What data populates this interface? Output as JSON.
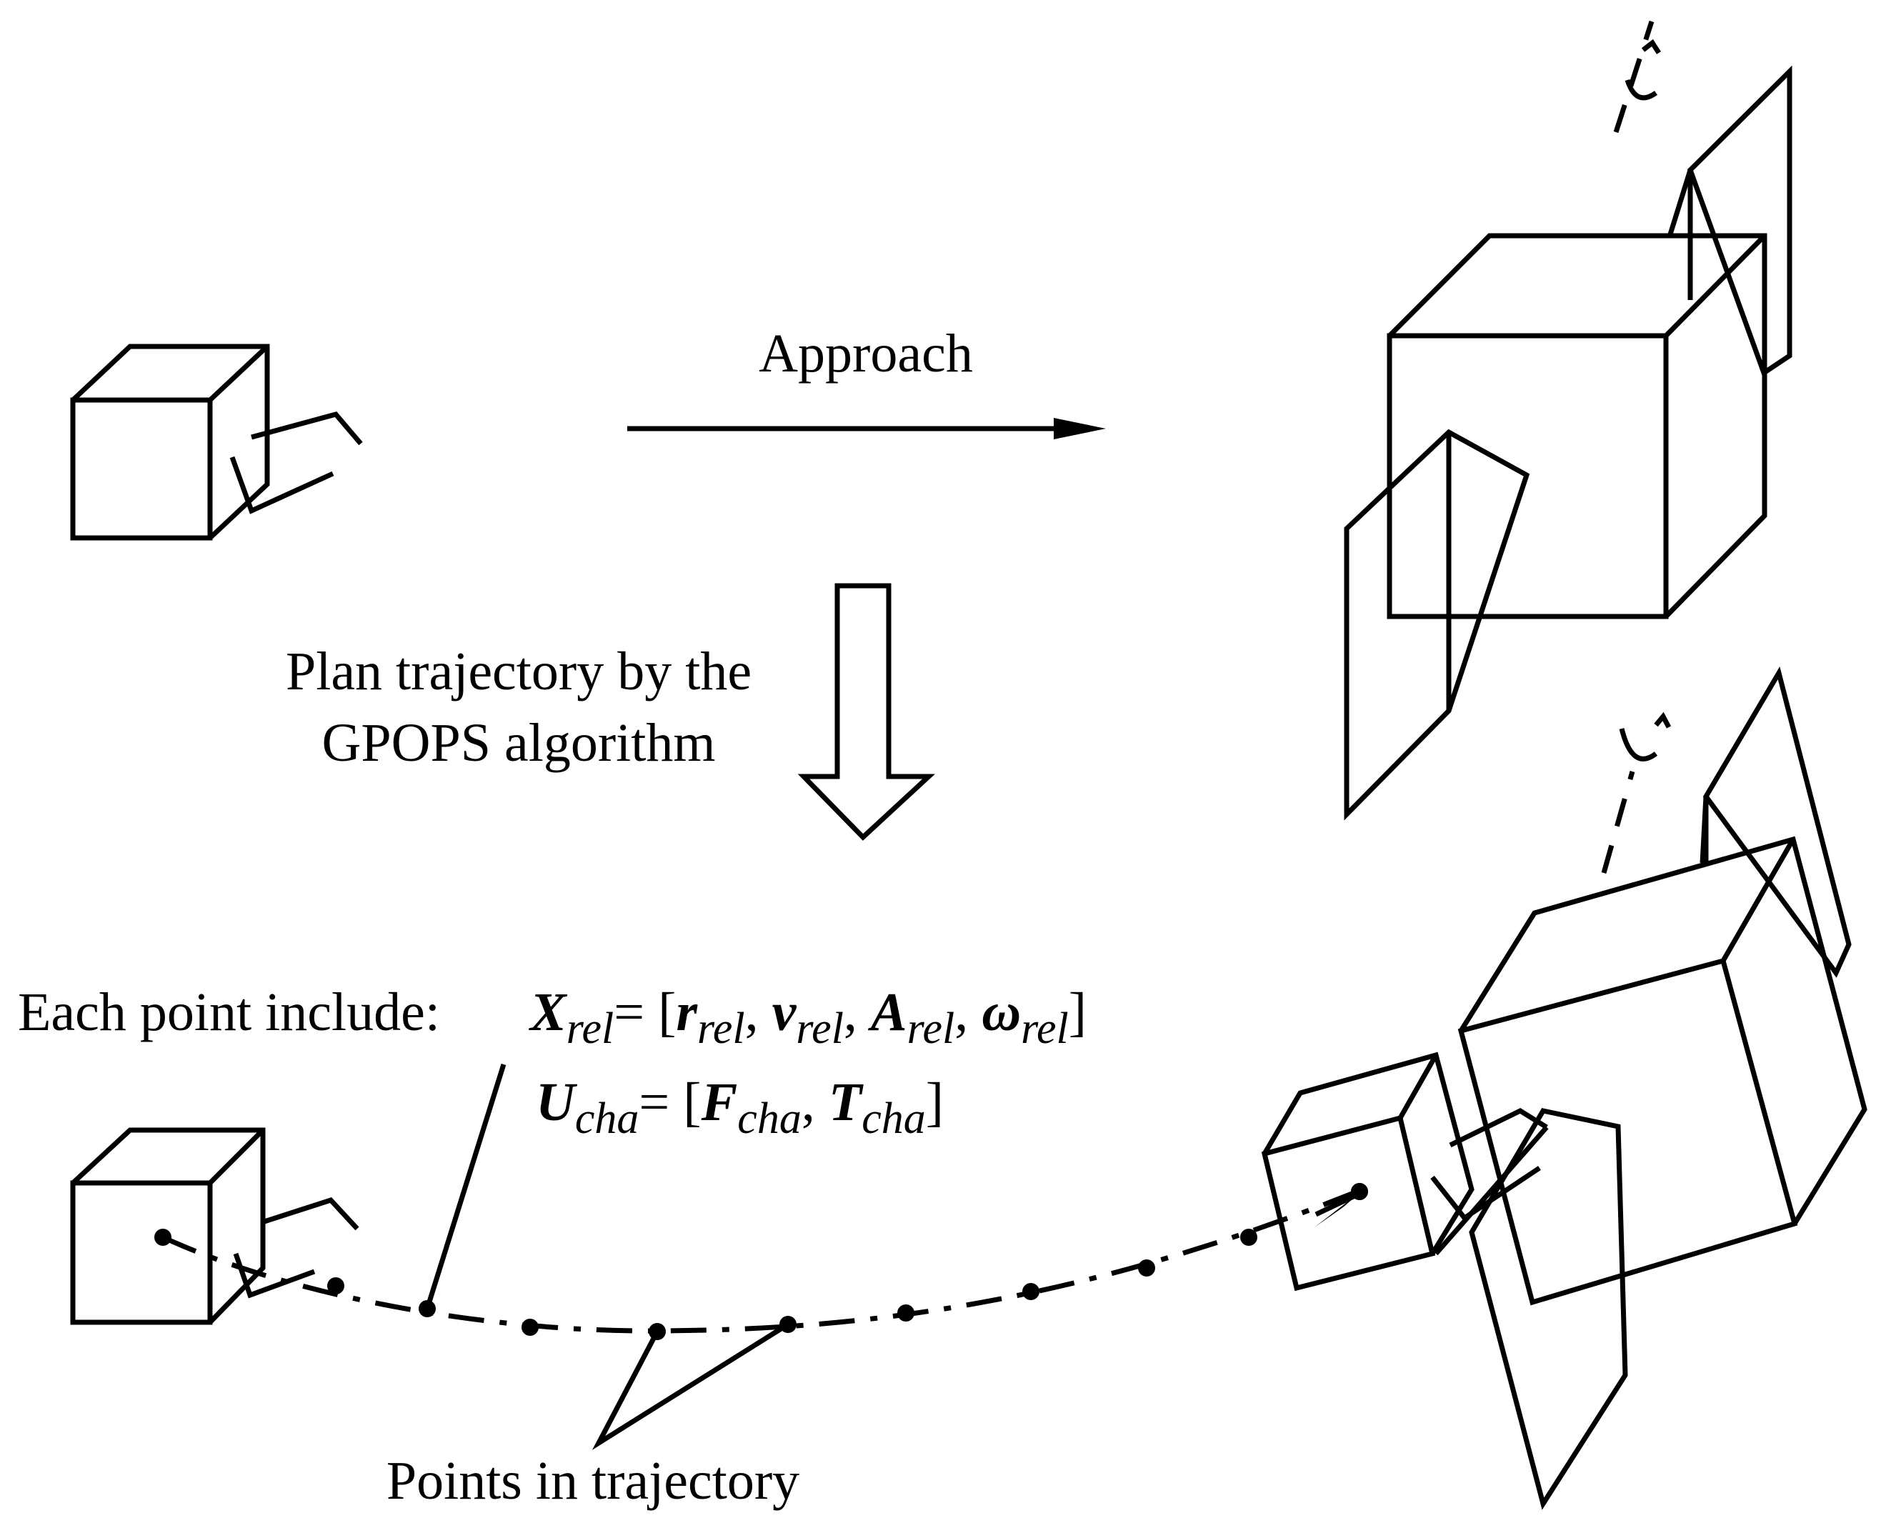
{
  "labels": {
    "approach": "Approach",
    "plan_line1": "Plan trajectory by the",
    "plan_line2": "GPOPS algorithm",
    "each_point": "Each point include:",
    "points_in_trajectory": "Points in trajectory"
  },
  "equations": {
    "x_rel": {
      "symbol": "X",
      "sub": "rel",
      "eq": "= [",
      "terms": [
        {
          "symbol": "r",
          "sub": "rel"
        },
        {
          "symbol": "v",
          "sub": "rel"
        },
        {
          "symbol": "A",
          "sub": "rel"
        },
        {
          "symbol": "ω",
          "sub": "rel"
        }
      ],
      "sep": ",",
      "close": "]"
    },
    "u_cha": {
      "symbol": "U",
      "sub": "cha",
      "eq": "= [",
      "terms": [
        {
          "symbol": "F",
          "sub": "cha"
        },
        {
          "symbol": "T",
          "sub": "cha"
        }
      ],
      "sep": ",",
      "close": "]"
    }
  }
}
